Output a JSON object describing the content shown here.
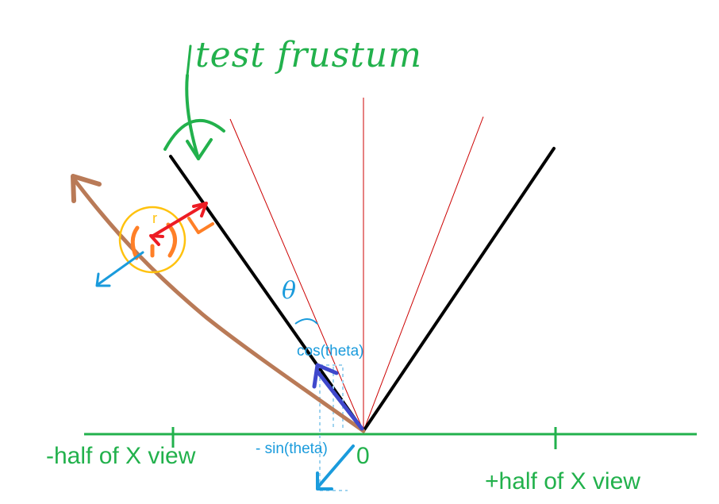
{
  "labels": {
    "test_frustum": "test frustum",
    "neg_half": "-half of X view",
    "pos_half": "+half of X view",
    "zero": "0",
    "cos_theta": "cos(theta)",
    "neg_sin_theta": "- sin(theta)",
    "theta_symbol": "θ",
    "r_symbol": "r"
  },
  "colors": {
    "axis": "#22b14c",
    "frustum": "#000000",
    "center_lines": "#cc0000",
    "plane": "#b97a57",
    "normal": "#1a9bdc",
    "direction": "#3f48cc",
    "radius": "#ed1c24",
    "sphere": "#ffc20e",
    "marker": "#ff7f27"
  }
}
